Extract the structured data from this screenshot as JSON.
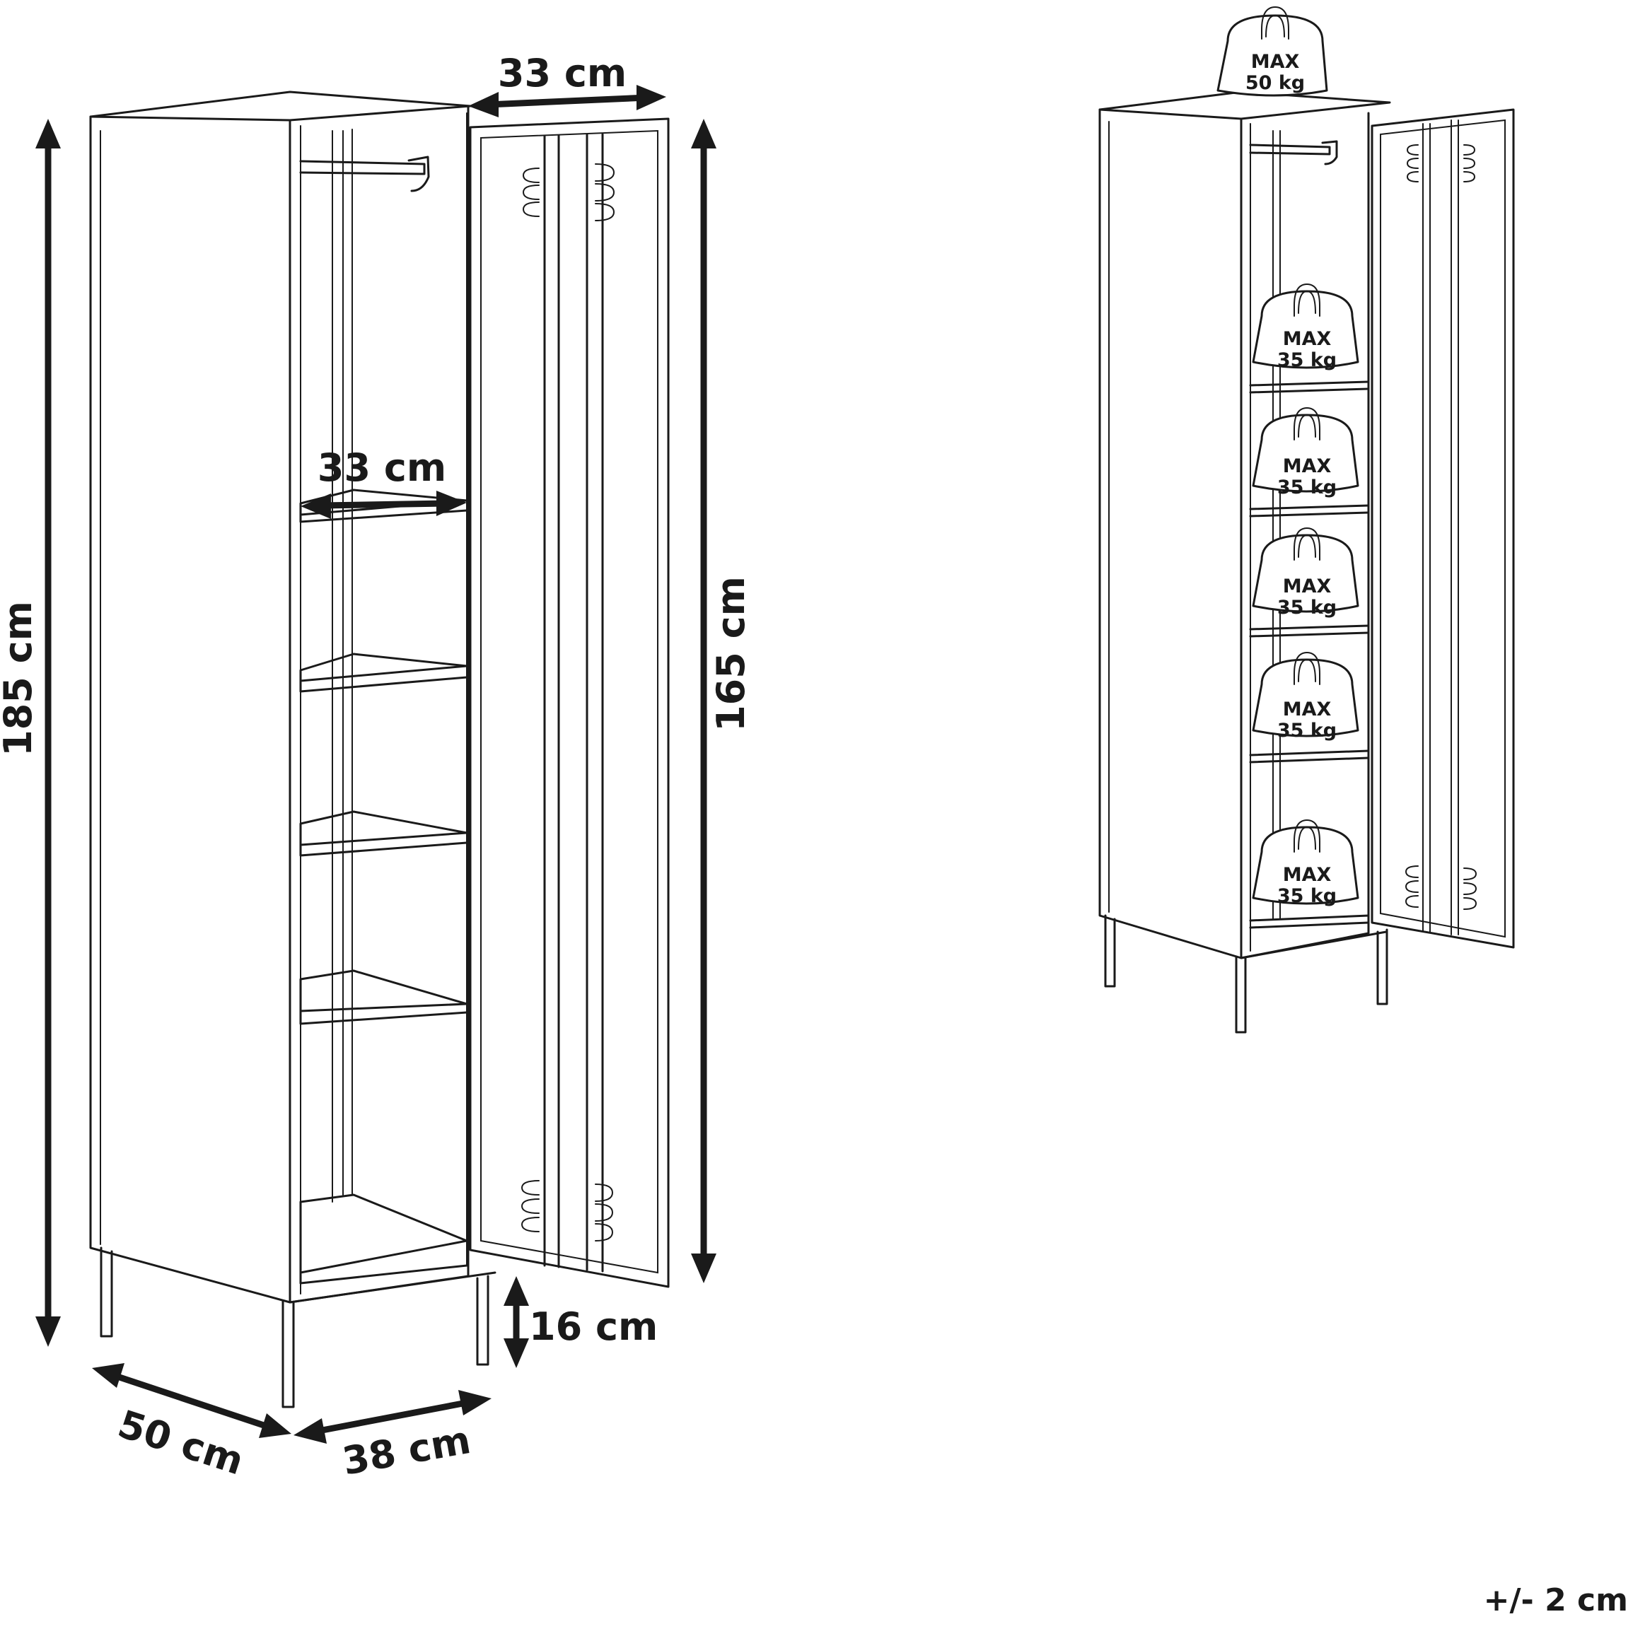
{
  "dimensions": {
    "total_height": "185 cm",
    "inner_height": "165 cm",
    "door_width": "33 cm",
    "shelf_width": "33 cm",
    "leg_height": "16 cm",
    "depth": "50 cm",
    "width": "38 cm"
  },
  "load_limits": {
    "top": {
      "line1": "MAX",
      "line2": "50 kg"
    },
    "shelves": [
      {
        "line1": "MAX",
        "line2": "35 kg"
      },
      {
        "line1": "MAX",
        "line2": "35 kg"
      },
      {
        "line1": "MAX",
        "line2": "35 kg"
      },
      {
        "line1": "MAX",
        "line2": "35 kg"
      },
      {
        "line1": "MAX",
        "line2": "35 kg"
      }
    ]
  },
  "tolerance": "+/- 2 cm",
  "colors": {
    "line": "#1a1a1a",
    "background": "#ffffff"
  }
}
